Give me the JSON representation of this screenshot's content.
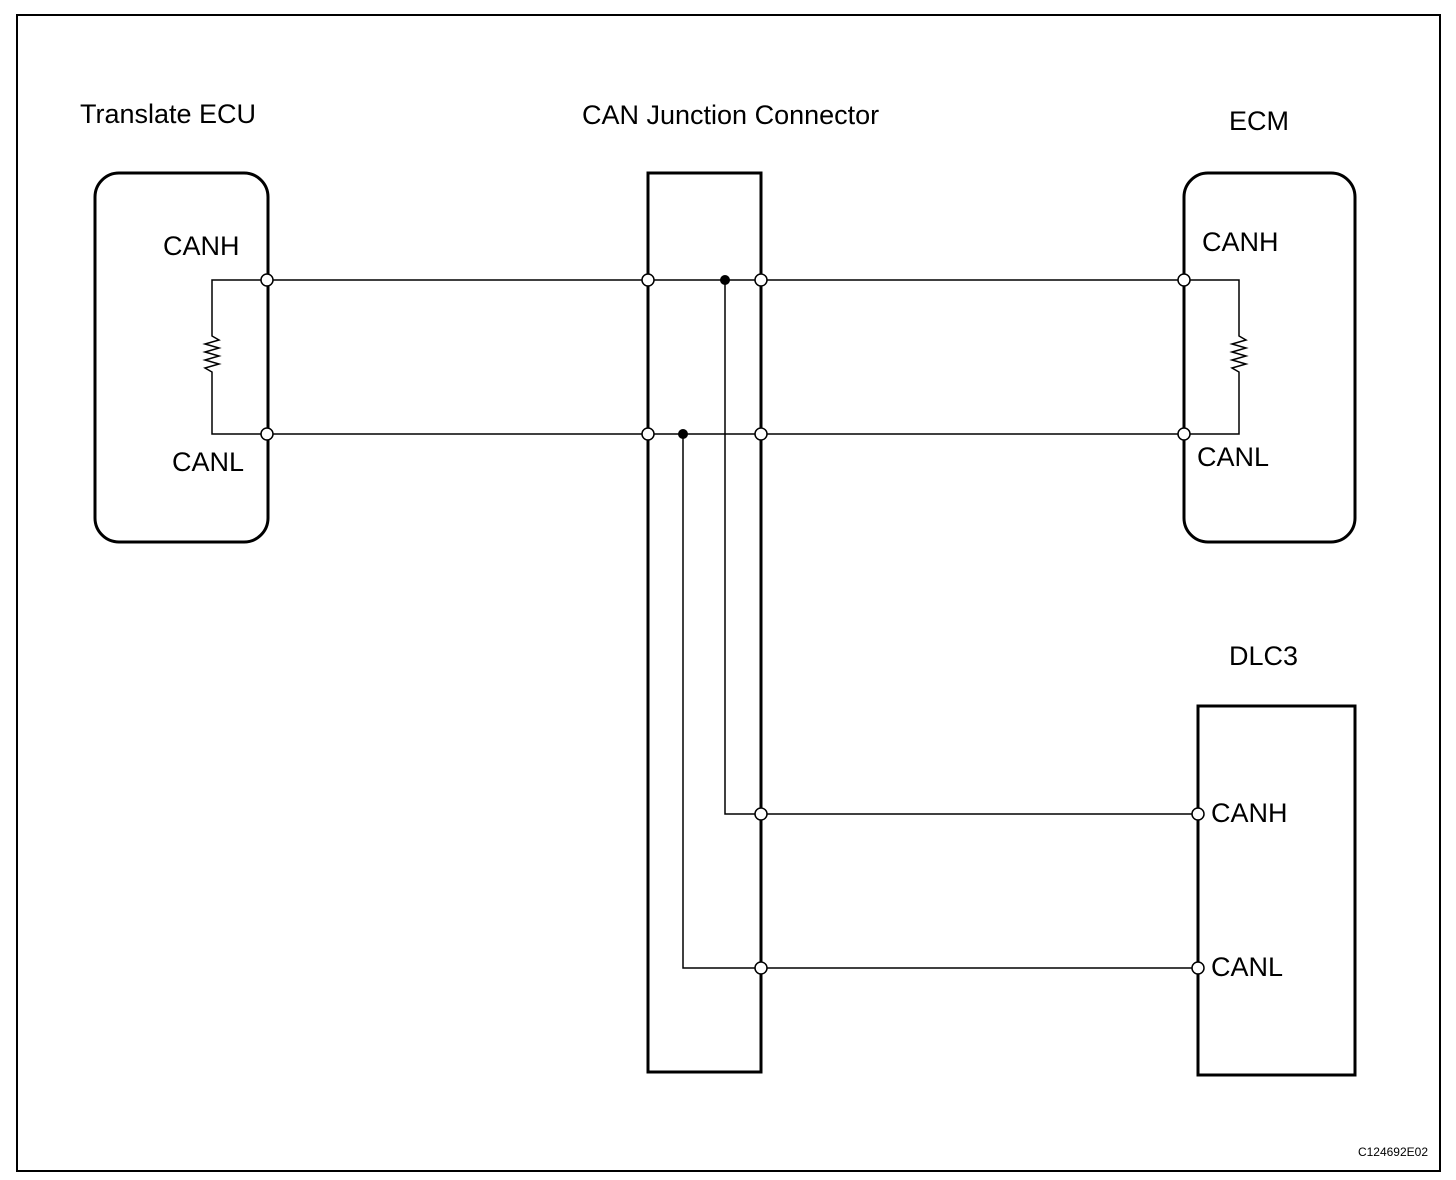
{
  "components": {
    "translate_ecu": {
      "title": "Translate ECU",
      "canh": "CANH",
      "canl": "CANL"
    },
    "junction": {
      "title": "CAN Junction Connector"
    },
    "ecm": {
      "title": "ECM",
      "canh": "CANH",
      "canl": "CANL"
    },
    "dlc3": {
      "title": "DLC3",
      "canh": "CANH",
      "canl": "CANL"
    }
  },
  "figure_code": "C124692E02"
}
